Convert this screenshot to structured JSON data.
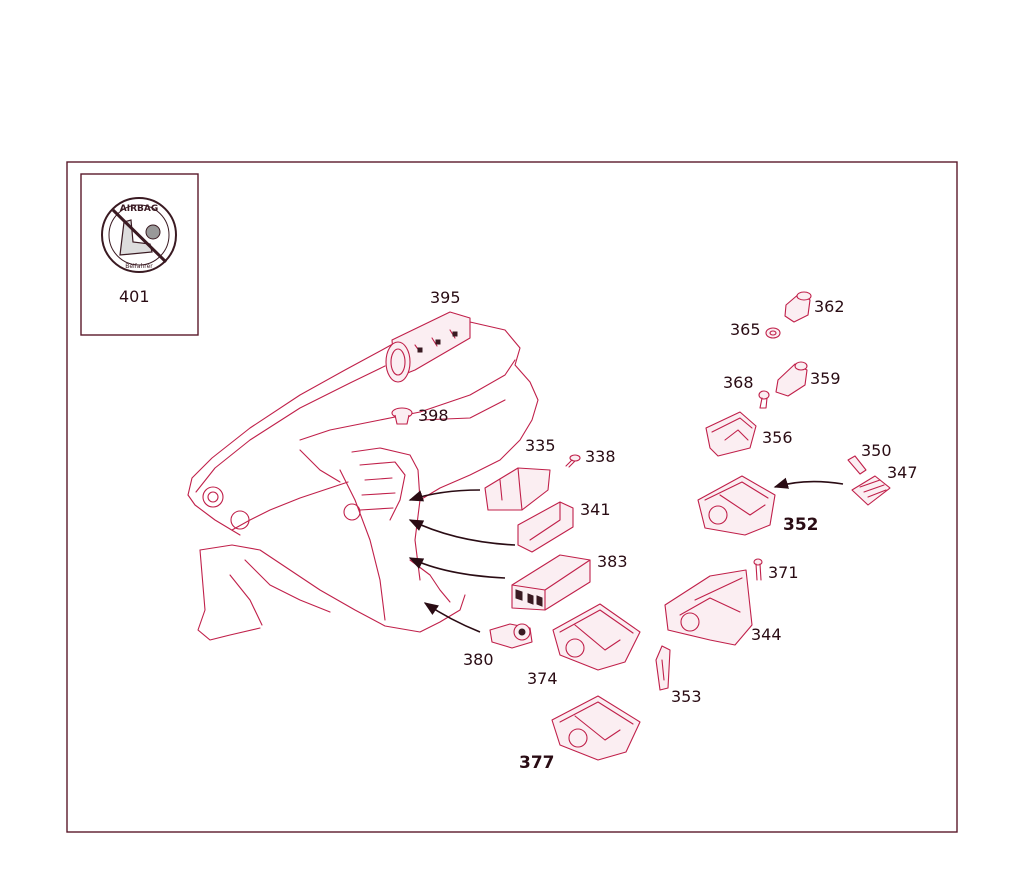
{
  "inset": {
    "badge_top_text": "AIRBAG",
    "badge_bottom_text": "Beifahrer",
    "label": "401"
  },
  "labels": {
    "p395": "395",
    "p398": "398",
    "p335": "335",
    "p338": "338",
    "p341": "341",
    "p383": "383",
    "p380": "380",
    "p374": "374",
    "p377": "377",
    "p353": "353",
    "p344": "344",
    "p371": "371",
    "p352": "352",
    "p347": "347",
    "p350": "350",
    "p356": "356",
    "p368": "368",
    "p359": "359",
    "p365": "365",
    "p362": "362"
  },
  "colors": {
    "line": "#c0204a",
    "text": "#2a0c14",
    "frame": "#5a1a2a"
  }
}
